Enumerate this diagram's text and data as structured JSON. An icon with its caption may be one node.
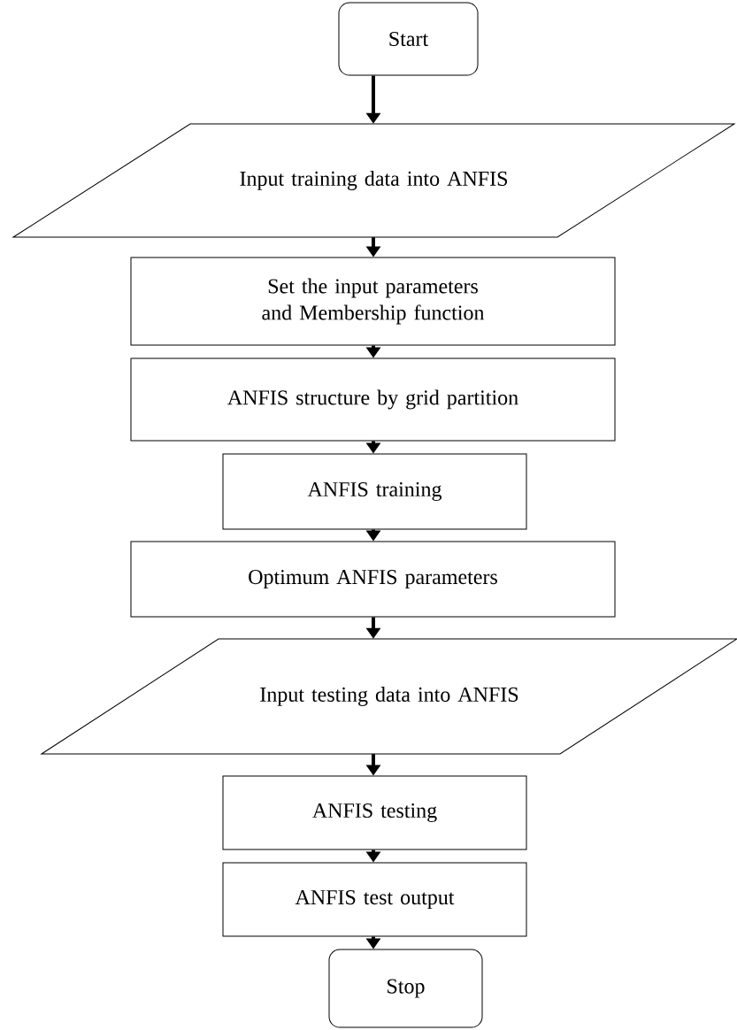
{
  "diagram": {
    "nodes": [
      {
        "text": [
          "Start"
        ]
      },
      {
        "text": [
          "Input training data into ANFIS"
        ]
      },
      {
        "text": [
          "Set the input parameters and Membership function"
        ]
      },
      {
        "text": [
          "ANFIS structure by grid partition"
        ]
      },
      {
        "text": [
          "ANFIS training"
        ]
      },
      {
        "text": [
          "Optimum ANFIS parameters"
        ]
      },
      {
        "text": [
          "Input testing data into ANFIS"
        ]
      },
      {
        "text": [
          "ANFIS testing"
        ]
      },
      {
        "text": [
          "ANFIS test output"
        ]
      },
      {
        "text": [
          "Stop"
        ]
      }
    ],
    "edges": [
      {
        "from": 0,
        "to": 1,
        "arrow": "to"
      },
      {
        "from": 1,
        "to": 2,
        "arrow": "to"
      },
      {
        "from": 2,
        "to": 3,
        "arrow": "to"
      },
      {
        "from": 3,
        "to": 4,
        "arrow": "to"
      },
      {
        "from": 4,
        "to": 5,
        "arrow": "to"
      },
      {
        "from": 5,
        "to": 6,
        "arrow": "to"
      },
      {
        "from": 6,
        "to": 7,
        "arrow": "to"
      },
      {
        "from": 7,
        "to": 8,
        "arrow": "to"
      },
      {
        "from": 8,
        "to": 9,
        "arrow": "to"
      }
    ]
  }
}
